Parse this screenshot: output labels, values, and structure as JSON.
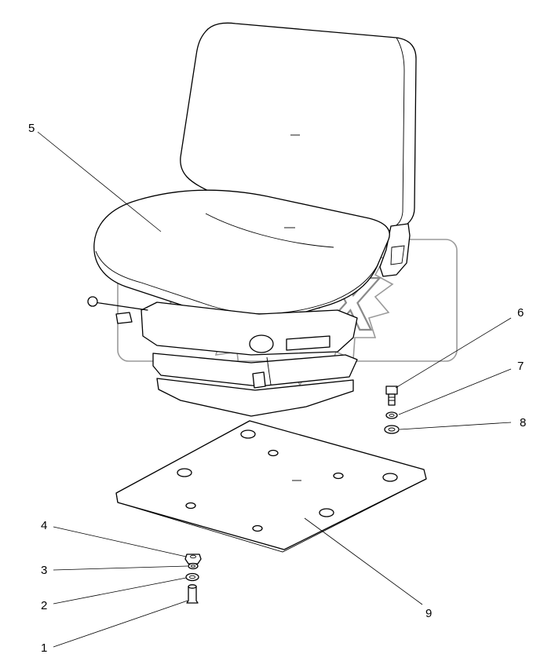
{
  "watermark": {
    "text": "OPEX",
    "color": "#8a8a8a"
  },
  "callouts": [
    {
      "id": "1",
      "label": "1"
    },
    {
      "id": "2",
      "label": "2"
    },
    {
      "id": "3",
      "label": "3"
    },
    {
      "id": "4",
      "label": "4"
    },
    {
      "id": "5",
      "label": "5"
    },
    {
      "id": "6",
      "label": "6"
    },
    {
      "id": "7",
      "label": "7"
    },
    {
      "id": "8",
      "label": "8"
    },
    {
      "id": "9",
      "label": "9"
    }
  ]
}
